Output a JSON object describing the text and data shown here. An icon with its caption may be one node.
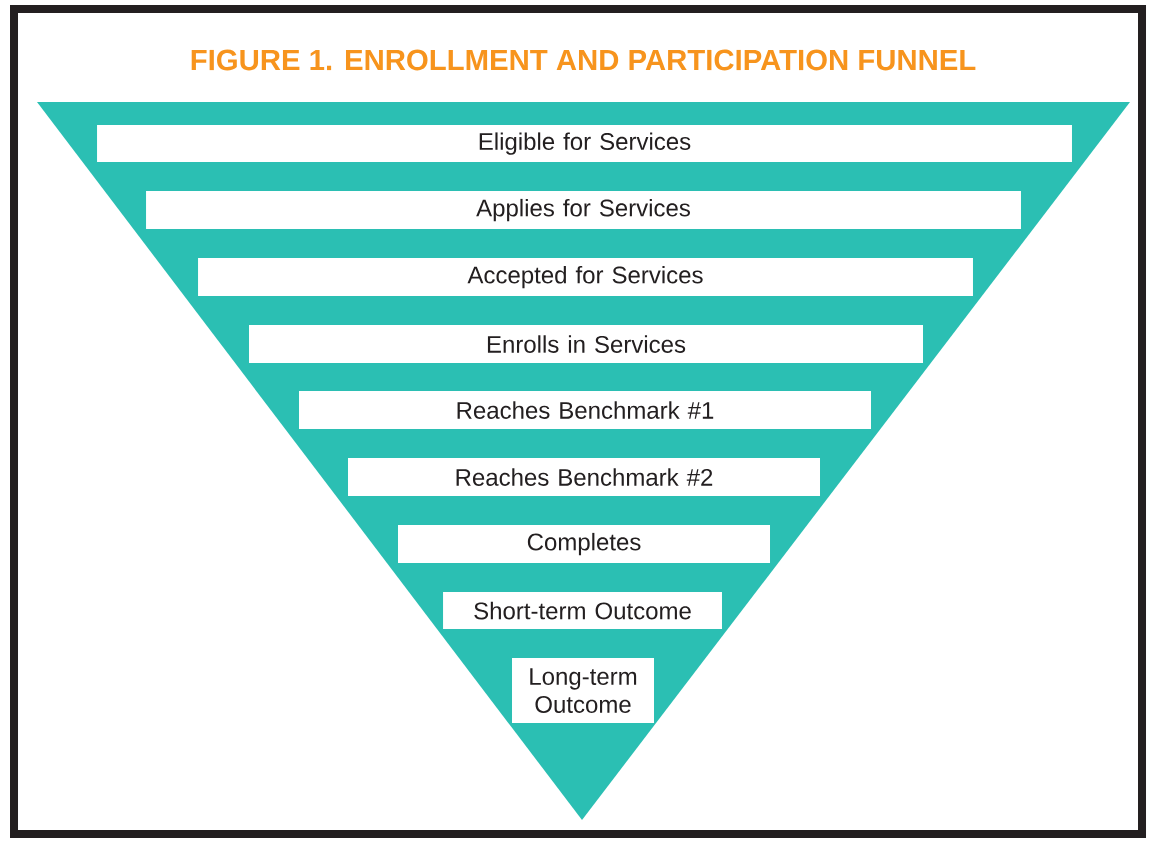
{
  "diagram": {
    "title": "FIGURE 1. ENROLLMENT AND PARTICIPATION FUNNEL",
    "nodes": [
      {
        "text": [],
        "shape": "triangle"
      },
      {
        "text": [
          "Eligible for Services"
        ],
        "in": 0
      },
      {
        "text": [
          "Applies for Services"
        ],
        "in": 0
      },
      {
        "text": [
          "Accepted for Services"
        ],
        "in": 0
      },
      {
        "text": [
          "Enrolls in Services"
        ],
        "in": 0
      },
      {
        "text": [
          "Reaches Benchmark #1"
        ],
        "in": 0
      },
      {
        "text": [
          "Reaches Benchmark #2"
        ],
        "in": 0
      },
      {
        "text": [
          "Completes"
        ],
        "in": 0
      },
      {
        "text": [
          "Short-term Outcome"
        ],
        "in": 0
      },
      {
        "text": [
          "Long-term Outcome"
        ],
        "in": 0
      }
    ]
  }
}
